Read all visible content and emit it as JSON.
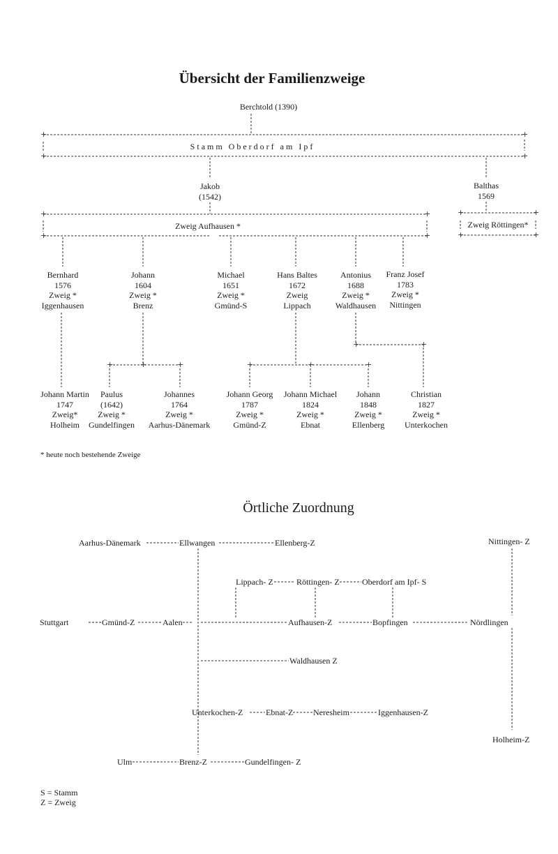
{
  "title": "Übersicht der Familienzweige",
  "root": "Berchtold (1390)",
  "stamm": "Stamm Oberdorf am Ipf",
  "jakob": [
    "Jakob",
    "(1542)"
  ],
  "balthas": [
    "Balthas",
    "1569"
  ],
  "zweig_aufhausen": "Zweig Aufhausen *",
  "zweig_roettingen": "Zweig Röttingen*",
  "gen1": [
    [
      "Bernhard",
      "1576",
      "Zweig *",
      "Iggenhausen"
    ],
    [
      "Johann",
      "1604",
      "Zweig *",
      "Brenz"
    ],
    [
      "Michael",
      "1651",
      "Zweig *",
      "Gmünd-S"
    ],
    [
      "Hans Baltes",
      "1672",
      "Zweig",
      "Lippach"
    ],
    [
      "Antonius",
      "1688",
      "Zweig *",
      "Waldhausen"
    ],
    [
      "Franz Josef",
      "1783",
      "Zweig *",
      "Nittingen"
    ]
  ],
  "gen2": [
    [
      "Johann Martin",
      "1747",
      "Zweig*",
      "Holheim"
    ],
    [
      "Paulus",
      "(1642)",
      "Zweig *",
      "Gundelfingen"
    ],
    [
      "Johannes",
      "1764",
      "Zweig *",
      "Aarhus-Dänemark"
    ],
    [
      "Johann Georg",
      "1787",
      "Zweig *",
      "Gmünd-Z"
    ],
    [
      "Johann Michael",
      "1824",
      "Zweig *",
      "Ebnat"
    ],
    [
      "Johann",
      "1848",
      "Zweig *",
      "Ellenberg"
    ],
    [
      "Christian",
      "1827",
      "Zweig *",
      "Unterkochen"
    ]
  ],
  "footnote": "* heute noch bestehende Zweige",
  "title2": "Örtliche Zuordnung",
  "places": {
    "aarhus": "Aarhus-Dänemark",
    "ellwangen": "Ellwangen",
    "ellenberg": "Ellenberg-Z",
    "nittingen": "Nittingen- Z",
    "lippach": "Lippach- Z",
    "roettingen": "Röttingen- Z",
    "oberdorf": "Oberdorf am Ipf- S",
    "stuttgart": "Stuttgart",
    "gmuend": "Gmünd-Z",
    "aalen": "Aalen",
    "aufhausen": "Aufhausen-Z",
    "bopfingen": "Bopfingen",
    "noerdlingen": "Nördlingen",
    "waldhausen": "Waldhausen Z",
    "unterkochen": "Unterkochen-Z",
    "ebnat": "Ebnat-Z",
    "neresheim": "Neresheim",
    "iggenhausen": "Iggenhausen-Z",
    "holheim": "Holheim-Z",
    "ulm": "Ulm",
    "brenz": "Brenz-Z",
    "gundelfingen": "Gundelfingen- Z"
  },
  "legend": [
    "S = Stamm",
    "Z = Zweig"
  ]
}
